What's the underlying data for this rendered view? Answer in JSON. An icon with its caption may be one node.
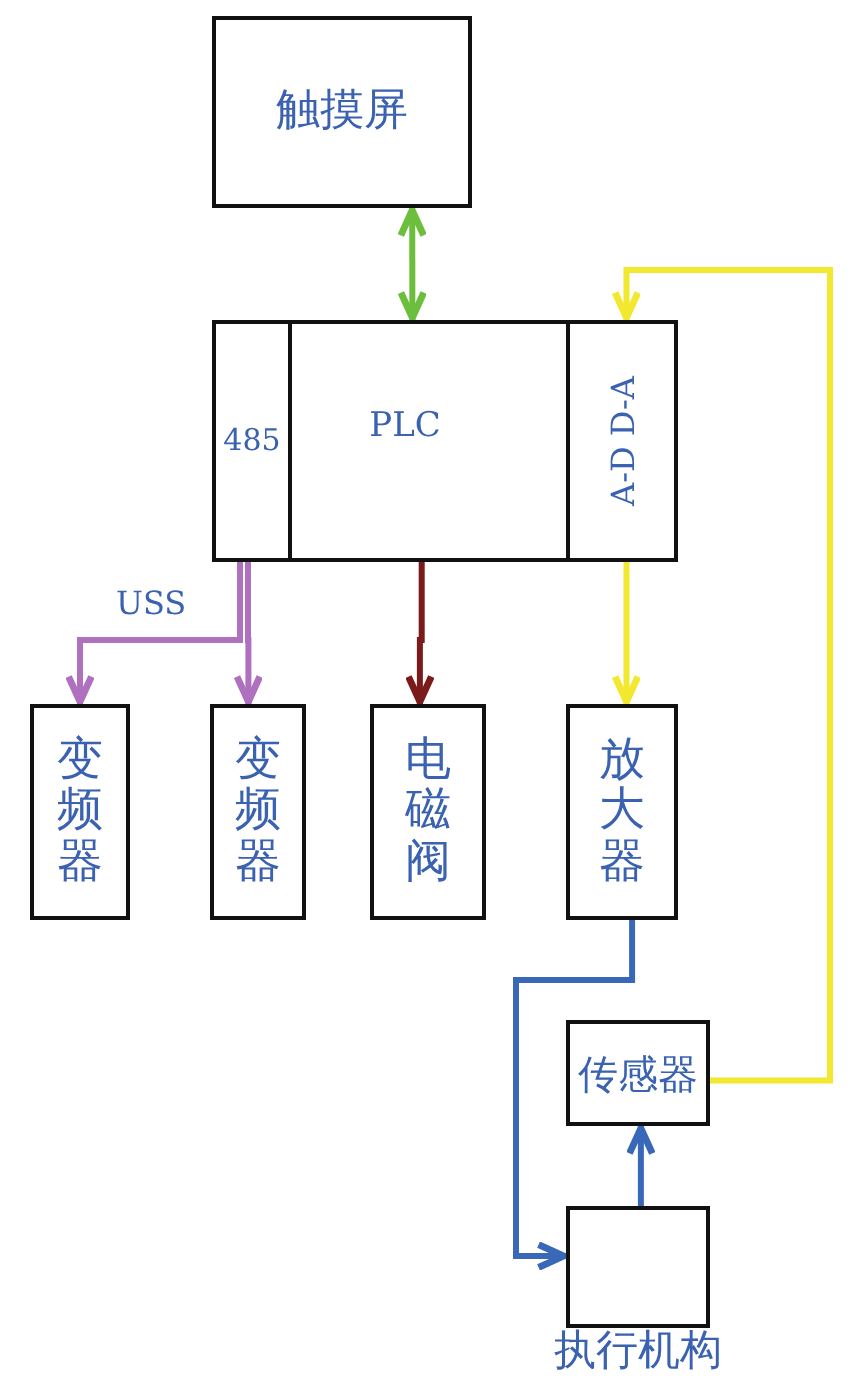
{
  "diagram": {
    "nodes": [
      {
        "text": [
          "触摸屏"
        ]
      },
      {
        "text": [
          "PLC"
        ]
      },
      {
        "text": [
          "485"
        ],
        "in": 1
      },
      {
        "text": [
          "A-D D-A"
        ],
        "in": 1
      },
      {
        "text": [
          "变频器"
        ]
      },
      {
        "text": [
          "变频器"
        ]
      },
      {
        "text": [
          "电磁阀"
        ]
      },
      {
        "text": [
          "放大器"
        ]
      },
      {
        "text": [
          "传感器"
        ]
      },
      {
        "text": [
          "执行机构"
        ]
      }
    ],
    "edges": [
      {
        "from": 0,
        "to": 1,
        "arrow": "both",
        "color": "#6cbf3c"
      },
      {
        "from": 2,
        "to": 4,
        "arrow": "to",
        "label": "USS",
        "color": "#b070c0"
      },
      {
        "from": 2,
        "to": 5,
        "arrow": "to",
        "color": "#b070c0"
      },
      {
        "from": 1,
        "to": 6,
        "arrow": "to",
        "color": "#7a1a1a"
      },
      {
        "from": 3,
        "to": 7,
        "arrow": "to",
        "color": "#f2e830"
      },
      {
        "from": 8,
        "to": 3,
        "arrow": "to",
        "color": "#f2e830"
      },
      {
        "from": 7,
        "to": 9,
        "arrow": "to",
        "color": "#3a68b8"
      },
      {
        "from": 9,
        "to": 8,
        "arrow": "to",
        "color": "#3a68b8"
      }
    ]
  }
}
